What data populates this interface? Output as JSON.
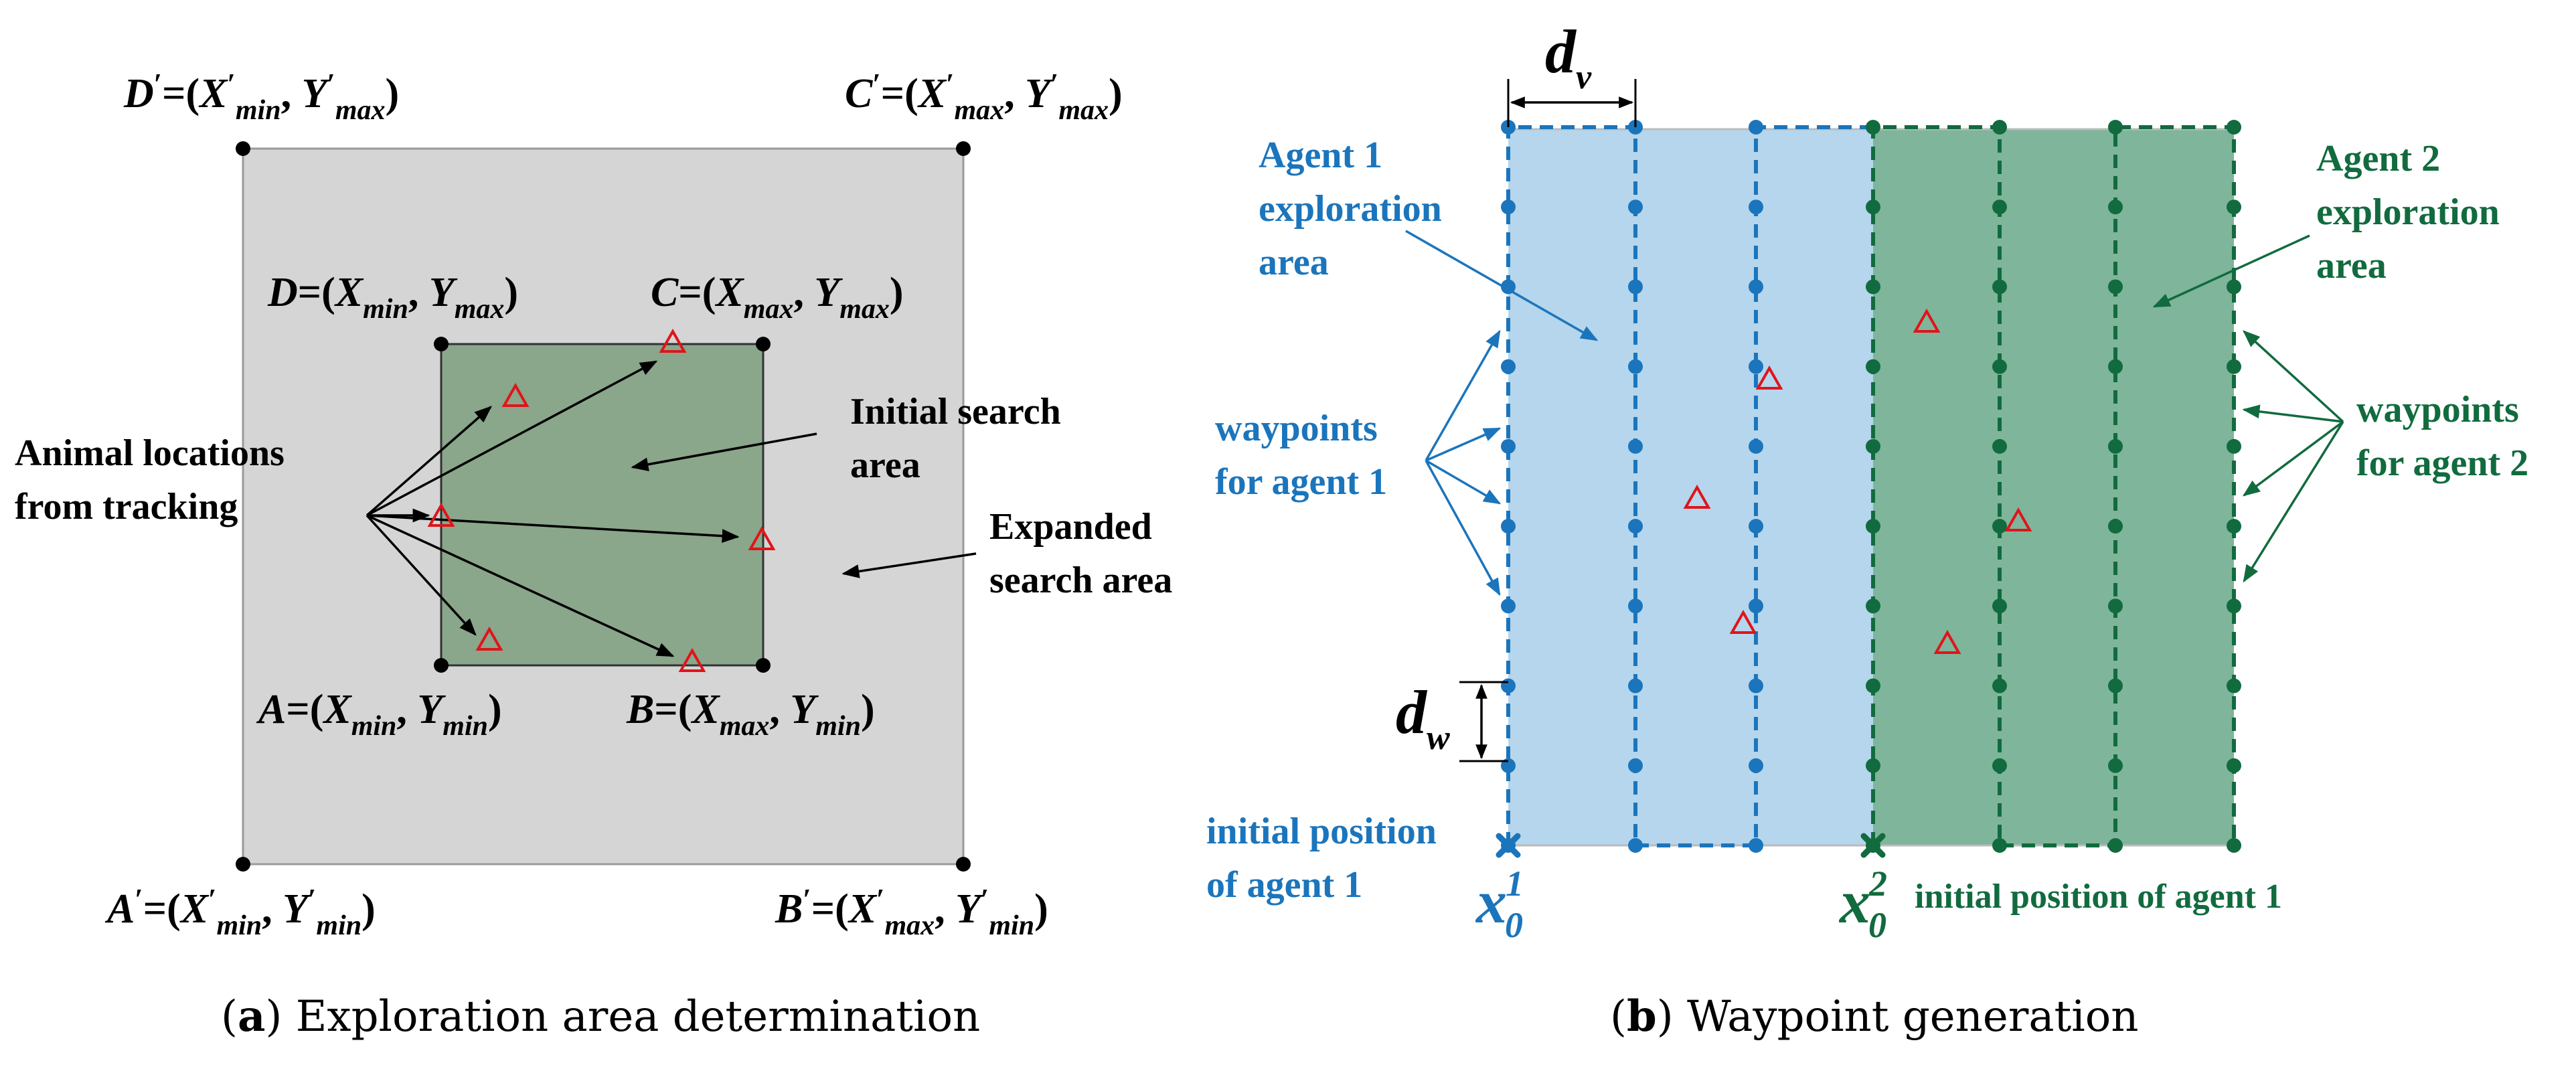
{
  "panel_a": {
    "caption_letter": "a",
    "caption_text": "Exploration area determination",
    "corners_expanded": {
      "A": {
        "letter": "A",
        "x": "X",
        "xsub": "min",
        "y": "Y",
        "ysub": "min"
      },
      "B": {
        "letter": "B",
        "x": "X",
        "xsub": "max",
        "y": "Y",
        "ysub": "min"
      },
      "C": {
        "letter": "C",
        "x": "X",
        "xsub": "max",
        "y": "Y",
        "ysub": "max"
      },
      "D": {
        "letter": "D",
        "x": "X",
        "xsub": "min",
        "y": "Y",
        "ysub": "max"
      }
    },
    "corners_initial": {
      "A": {
        "letter": "A",
        "x": "X",
        "xsub": "min",
        "y": "Y",
        "ysub": "min"
      },
      "B": {
        "letter": "B",
        "x": "X",
        "xsub": "max",
        "y": "Y",
        "ysub": "min"
      },
      "C": {
        "letter": "C",
        "x": "X",
        "xsub": "max",
        "y": "Y",
        "ysub": "max"
      },
      "D": {
        "letter": "D",
        "x": "X",
        "xsub": "min",
        "y": "Y",
        "ysub": "max"
      }
    },
    "label_animal": [
      "Animal locations",
      "from tracking"
    ],
    "label_initial": [
      "Initial search",
      "area"
    ],
    "label_expanded": [
      "Expanded",
      "search area"
    ]
  },
  "panel_b": {
    "caption_letter": "b",
    "caption_text": "Waypoint generation",
    "agent1_area": [
      "Agent 1",
      "exploration",
      "area"
    ],
    "agent2_area": [
      "Agent 2",
      "exploration",
      "area"
    ],
    "waypoints1": [
      "waypoints",
      "for agent 1"
    ],
    "waypoints2": [
      "waypoints",
      "for agent 2"
    ],
    "init1": [
      "initial position",
      "of agent 1"
    ],
    "init2": "initial position of agent 1",
    "dv": {
      "main": "d",
      "sub": "v"
    },
    "dw": {
      "main": "d",
      "sub": "w"
    },
    "x01": {
      "main": "x",
      "sub": "0",
      "sup": "1"
    },
    "x02": {
      "main": "x",
      "sub": "0",
      "sup": "2"
    }
  },
  "colors": {
    "light_gray": "#d5d5d5",
    "initial_green": "#8aa68b",
    "agent1_blue": "#1b75bc",
    "agent1_fill": "#b5d6ec",
    "agent2_green": "#116b3e",
    "agent2_fill": "#7fb59b",
    "triangle_red": "#e0141a"
  }
}
